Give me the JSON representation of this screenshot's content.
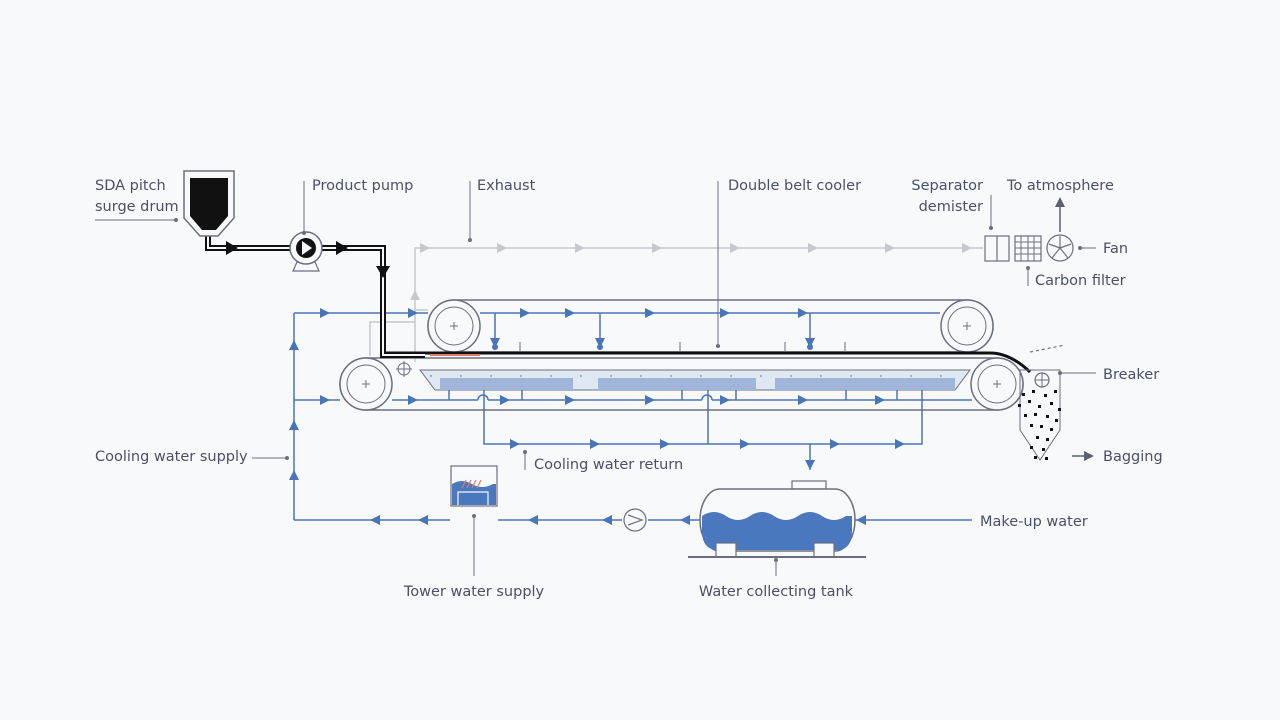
{
  "labels": {
    "surge_drum_line1": "SDA pitch",
    "surge_drum_line2": "surge drum",
    "product_pump": "Product  pump",
    "exhaust": "Exhaust",
    "double_belt_cooler": "Double belt cooler",
    "separator_line1": "Separator",
    "separator_line2": "demister",
    "to_atmosphere": "To atmosphere",
    "fan": "Fan",
    "carbon_filter": "Carbon filter",
    "breaker": "Breaker",
    "cooling_water_supply": "Cooling water supply",
    "cooling_water_return": "Cooling water return",
    "bagging": "Bagging",
    "make_up_water": "Make-up water",
    "tower_water_supply": "Tower water supply",
    "water_collecting_tank": "Water collecting tank"
  },
  "colors": {
    "background": "#f8f9fb",
    "water_line": "#4a74b8",
    "water_fill": "#4a78bf",
    "exhaust_line": "#c5c8ce",
    "product_line": "#111111",
    "equipment_outline": "#6a6f80",
    "label_text": "#4a5068"
  }
}
